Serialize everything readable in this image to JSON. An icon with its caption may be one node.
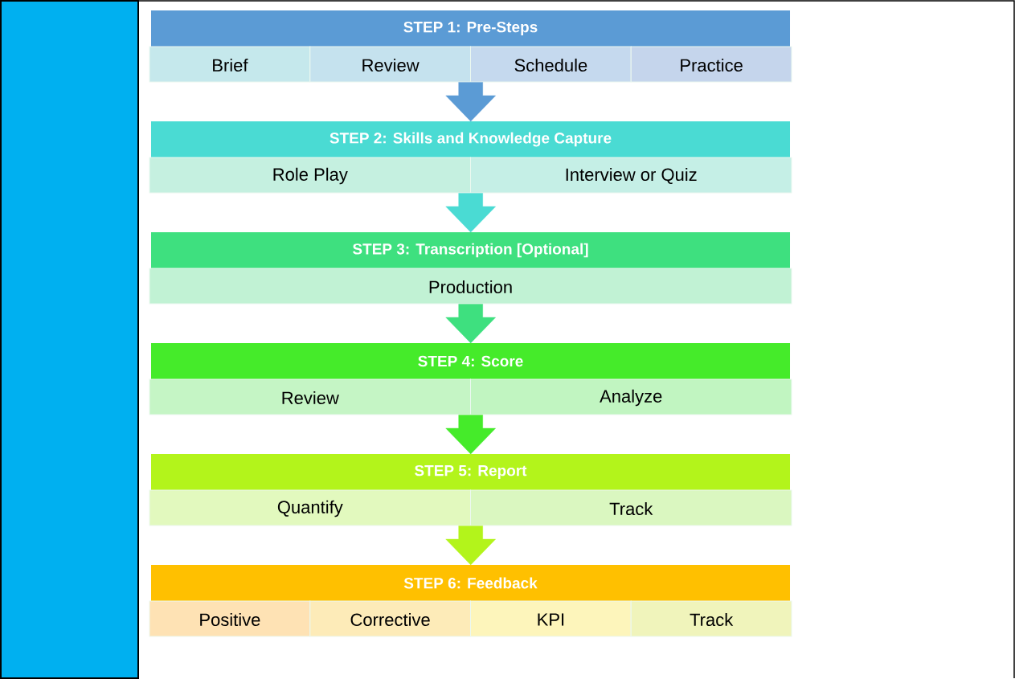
{
  "diagram": {
    "nodes": [
      {
        "text": [
          "STEP 1: Pre-Steps",
          "Brief",
          "Review",
          "Schedule",
          "Practice"
        ]
      },
      {
        "text": [
          "STEP 2: Skills and Knowledge Capture",
          "Role Play",
          "Interview or Quiz"
        ]
      },
      {
        "text": [
          "STEP 3: Transcription [Optional]",
          "Production"
        ]
      },
      {
        "text": [
          "STEP 4: Score",
          "Review",
          "Analyze"
        ]
      },
      {
        "text": [
          "STEP 5: Report",
          "Quantify",
          "Track"
        ]
      },
      {
        "text": [
          "STEP 6: Feedback",
          "Positive",
          "Corrective",
          "KPI",
          "Track"
        ]
      }
    ],
    "edges": [
      {
        "from": 0,
        "to": 1,
        "arrow": "to",
        "color": "#5b9bd5"
      },
      {
        "from": 1,
        "to": 2,
        "arrow": "to",
        "color": "#4adbd3"
      },
      {
        "from": 2,
        "to": 3,
        "arrow": "to",
        "color": "#3ee07f"
      },
      {
        "from": 3,
        "to": 4,
        "arrow": "to",
        "color": "#45eb2a"
      },
      {
        "from": 4,
        "to": 5,
        "arrow": "to",
        "color": "#b3f41b"
      }
    ]
  }
}
